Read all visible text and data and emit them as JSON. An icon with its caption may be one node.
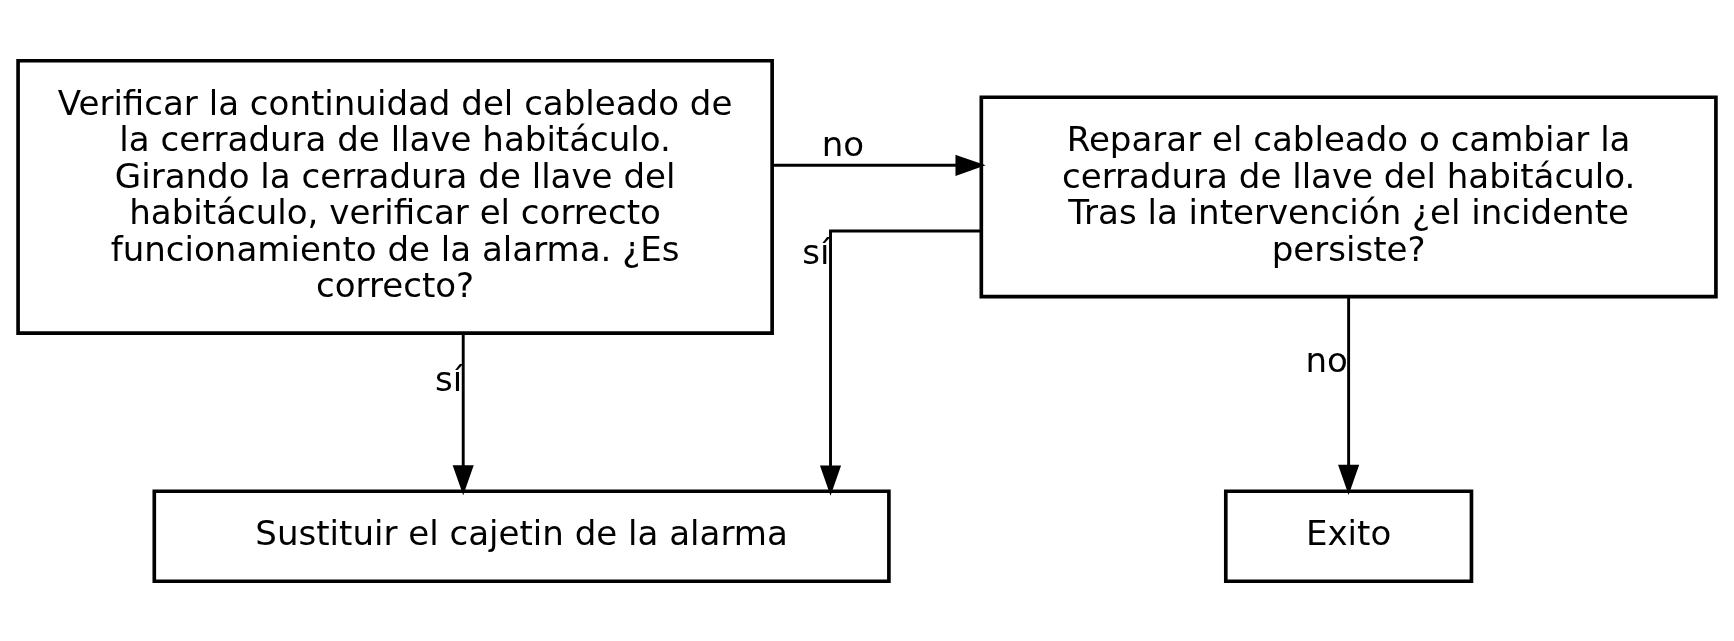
{
  "diagram": {
    "nodes": [
      {
        "text": [
          "Verificar la continuidad del cableado de la cerradura de llave habitáculo. Girando la cerradura de llave del habitáculo, verificar el correcto funcionamiento de la alarma. ¿Es correcto?"
        ]
      },
      {
        "text": [
          "Reparar el cableado o cambiar la cerradura de llave del habitáculo. Tras la intervención ¿el incidente persiste?"
        ]
      },
      {
        "text": [
          "Sustituir el cajetin de la alarma"
        ]
      },
      {
        "text": [
          "Exito"
        ]
      }
    ],
    "edges": [
      {
        "from": 0,
        "to": 1,
        "arrow": "to",
        "label": "no"
      },
      {
        "from": 0,
        "to": 2,
        "arrow": "to",
        "label": "sí"
      },
      {
        "from": 1,
        "to": 2,
        "arrow": "to",
        "label": "sí"
      },
      {
        "from": 1,
        "to": 3,
        "arrow": "to",
        "label": "no"
      }
    ]
  }
}
